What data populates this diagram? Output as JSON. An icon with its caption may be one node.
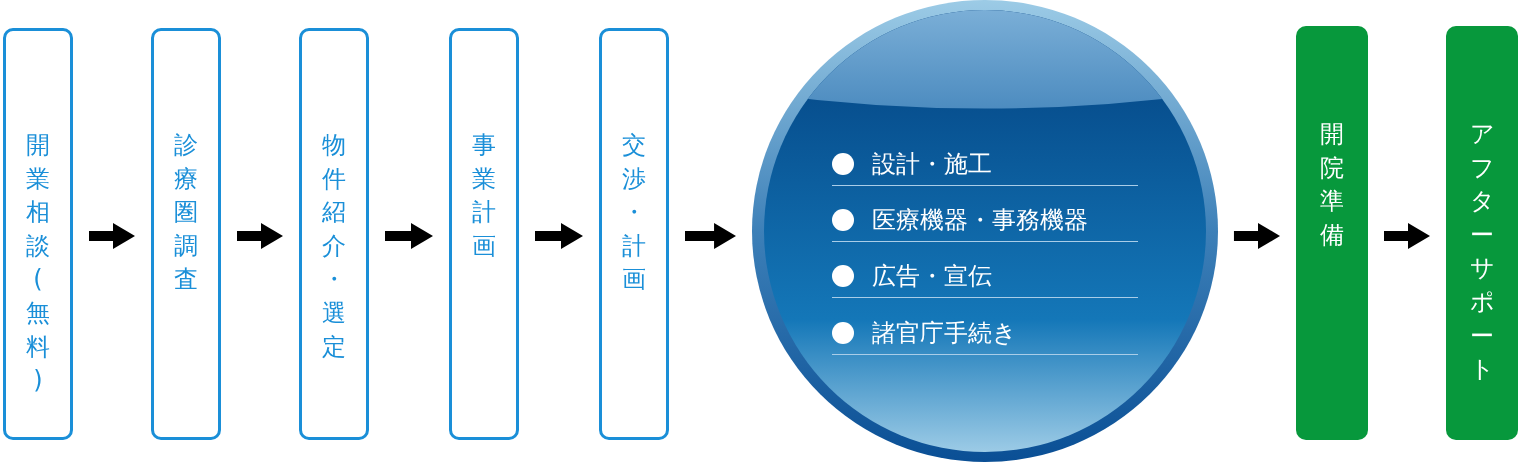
{
  "diagram": {
    "nodes": [
      {
        "text": [
          "開業相談(無料)"
        ]
      },
      {
        "text": [
          "診療圏調査"
        ]
      },
      {
        "text": [
          "物件紹介・選定"
        ]
      },
      {
        "text": [
          "事業計画"
        ]
      },
      {
        "text": [
          "交渉・計画"
        ]
      },
      {
        "text": [
          "設計・施工",
          "医療機器・事務機器",
          "広告・宣伝",
          "諸官庁手続き"
        ]
      },
      {
        "text": [
          "開院準備"
        ]
      },
      {
        "text": [
          "アフターサポート"
        ]
      }
    ],
    "edges": [
      {
        "from": 0,
        "to": 1,
        "arrow": "to"
      },
      {
        "from": 1,
        "to": 2,
        "arrow": "to"
      },
      {
        "from": 2,
        "to": 3,
        "arrow": "to"
      },
      {
        "from": 3,
        "to": 4,
        "arrow": "to"
      },
      {
        "from": 4,
        "to": 5,
        "arrow": "to"
      },
      {
        "from": 5,
        "to": 6,
        "arrow": "to"
      },
      {
        "from": 6,
        "to": 7,
        "arrow": "to"
      }
    ]
  }
}
